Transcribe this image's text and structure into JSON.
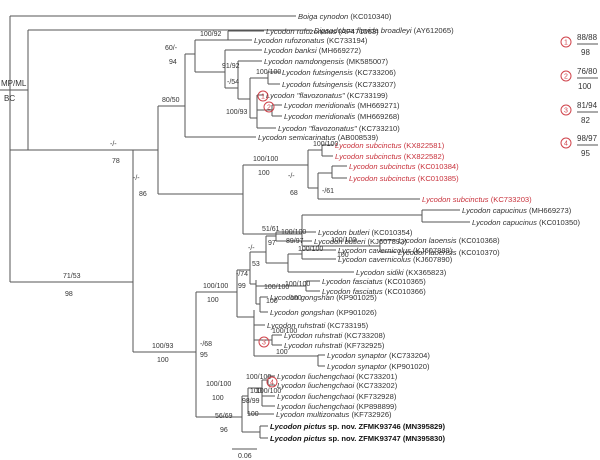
{
  "figure": {
    "method_label_top": "MP/ML",
    "method_label_bottom": "BC",
    "scale_label": "0.06"
  },
  "taxa": [
    {
      "genus": "Boiga",
      "species": "cynodon",
      "accession": "(KC010340)",
      "style": "normal"
    },
    {
      "genus": "Dipsadoboa",
      "species": "flavida broadleyi",
      "accession": "(AY612065)",
      "style": "normal"
    },
    {
      "genus": "Lycodon",
      "species": "rufozonatus",
      "accession": "(AF471063)",
      "style": "normal"
    },
    {
      "genus": "Lycodon",
      "species": "rufozonatus",
      "accession": "(KC733194)",
      "style": "normal"
    },
    {
      "genus": "Lycodon",
      "species": "banksi",
      "accession": "(MH669272)",
      "style": "normal"
    },
    {
      "genus": "Lycodon",
      "species": "namdongensis",
      "accession": "(MK585007)",
      "style": "normal"
    },
    {
      "genus": "Lycodon",
      "species": "futsingensis",
      "accession": "(KC733206)",
      "style": "normal"
    },
    {
      "genus": "Lycodon",
      "species": "futsingensis",
      "accession": "(KC733207)",
      "style": "normal"
    },
    {
      "genus": "Lycodon",
      "species": "\"flavozonatus\"",
      "accession": "(KC733199)",
      "style": "normal"
    },
    {
      "genus": "Lycodon",
      "species": "meridionalis",
      "accession": "(MH669271)",
      "style": "normal"
    },
    {
      "genus": "Lycodon",
      "species": "meridionalis",
      "accession": "(MH669268)",
      "style": "normal"
    },
    {
      "genus": "Lycodon",
      "species": "\"flavozonatus\"",
      "accession": "(KC733210)",
      "style": "normal"
    },
    {
      "genus": "Lycodon",
      "species": "semicarinatus",
      "accession": "(AB008539)",
      "style": "normal"
    },
    {
      "genus": "Lycodon",
      "species": "subcinctus",
      "accession": "(KX822581)",
      "style": "red"
    },
    {
      "genus": "Lycodon",
      "species": "subcinctus",
      "accession": "(KX822582)",
      "style": "red"
    },
    {
      "genus": "Lycodon",
      "species": "subcinctus",
      "accession": "(KC010384)",
      "style": "red"
    },
    {
      "genus": "Lycodon",
      "species": "subcinctus",
      "accession": "(KC010385)",
      "style": "red"
    },
    {
      "genus": "Lycodon",
      "species": "subcinctus",
      "accession": "(KC733203)",
      "style": "red"
    },
    {
      "genus": "Lycodon",
      "species": "capucinus",
      "accession": "(MH669273)",
      "style": "normal"
    },
    {
      "genus": "Lycodon",
      "species": "capucinus",
      "accession": "(KC010350)",
      "style": "normal"
    },
    {
      "genus": "Lycodon",
      "species": "laoensis",
      "accession": "(KC010368)",
      "style": "normal"
    },
    {
      "genus": "Lycodon",
      "species": "laoensis",
      "accession": "(KC010370)",
      "style": "normal"
    },
    {
      "genus": "Lycodon",
      "species": "butleri",
      "accession": "(KC010354)",
      "style": "normal"
    },
    {
      "genus": "Lycodon",
      "species": "butleri",
      "accession": "(KJ607892)",
      "style": "normal"
    },
    {
      "genus": "Lycodon",
      "species": "cavernicolus",
      "accession": "(KJ607889)",
      "style": "normal"
    },
    {
      "genus": "Lycodon",
      "species": "cavernicolus",
      "accession": "(KJ607890)",
      "style": "normal"
    },
    {
      "genus": "Lycodon",
      "species": "sidiki",
      "accession": "(KX365823)",
      "style": "normal"
    },
    {
      "genus": "Lycodon",
      "species": "fasciatus",
      "accession": "(KC010365)",
      "style": "normal"
    },
    {
      "genus": "Lycodon",
      "species": "fasciatus",
      "accession": "(KC010366)",
      "style": "normal"
    },
    {
      "genus": "Lycodon",
      "species": "gongshan",
      "accession": "(KP901025)",
      "style": "normal"
    },
    {
      "genus": "Lycodon",
      "species": "gongshan",
      "accession": "(KP901026)",
      "style": "normal"
    },
    {
      "genus": "Lycodon",
      "species": "ruhstrati",
      "accession": "(KC733195)",
      "style": "normal"
    },
    {
      "genus": "Lycodon",
      "species": "ruhstrati",
      "accession": "(KC733208)",
      "style": "normal"
    },
    {
      "genus": "Lycodon",
      "species": "ruhstrati",
      "accession": "(KF732925)",
      "style": "normal"
    },
    {
      "genus": "Lycodon",
      "species": "synaptor",
      "accession": "(KC733204)",
      "style": "normal"
    },
    {
      "genus": "Lycodon",
      "species": "synaptor",
      "accession": "(KP901020)",
      "style": "normal"
    },
    {
      "genus": "Lycodon",
      "species": "liuchengchaoi",
      "accession": "(KC733201)",
      "style": "normal"
    },
    {
      "genus": "Lycodon",
      "species": "liuchengchaoi",
      "accession": "(KC733202)",
      "style": "normal"
    },
    {
      "genus": "Lycodon",
      "species": "liuchengchaoi",
      "accession": "(KF732928)",
      "style": "normal"
    },
    {
      "genus": "Lycodon",
      "species": "liuchengchaoi",
      "accession": "(KP898899)",
      "style": "normal"
    },
    {
      "genus": "Lycodon",
      "species": "multizonatus",
      "accession": "(KF732926)",
      "style": "normal"
    },
    {
      "genus": "Lycodon",
      "species": "pictus",
      "accession": "sp. nov. ZFMK93746 (MN395829)",
      "style": "bold"
    },
    {
      "genus": "Lycodon",
      "species": "pictus",
      "accession": "sp. nov. ZFMK93747 (MN395830)",
      "style": "bold"
    }
  ],
  "supports": [
    {
      "top": "71/53",
      "bottom": "98"
    },
    {
      "top": "-/-",
      "bottom": "78"
    },
    {
      "top": "80/50",
      "bottom": ""
    },
    {
      "top": "60/-",
      "bottom": "94"
    },
    {
      "top": "100/92",
      "bottom": ""
    },
    {
      "top": "91/92",
      "bottom": ""
    },
    {
      "top": "-/54",
      "bottom": ""
    },
    {
      "top": "100/100",
      "bottom": ""
    },
    {
      "top": "100/93",
      "bottom": ""
    },
    {
      "top": "-/-",
      "bottom": "86"
    },
    {
      "top": "100/100",
      "bottom": "100"
    },
    {
      "top": "100/100",
      "bottom": ""
    },
    {
      "top": "-/-",
      "bottom": "68"
    },
    {
      "top": "-/61",
      "bottom": ""
    },
    {
      "top": "51/61",
      "bottom": "97"
    },
    {
      "top": "100/100",
      "bottom": "100"
    },
    {
      "top": "100/93",
      "bottom": "100"
    },
    {
      "top": "100/100",
      "bottom": "100"
    },
    {
      "top": "-/-",
      "bottom": "53"
    },
    {
      "top": "89/97",
      "bottom": ""
    },
    {
      "top": "100/100",
      "bottom": ""
    },
    {
      "top": "100/100",
      "bottom": ""
    },
    {
      "top": "-/74",
      "bottom": "99"
    },
    {
      "top": "100/100",
      "bottom": "100"
    },
    {
      "top": "100/100",
      "bottom": "100"
    },
    {
      "top": "-/68",
      "bottom": "95"
    },
    {
      "top": "100/100",
      "bottom": "100"
    },
    {
      "top": "100/100",
      "bottom": "100"
    },
    {
      "top": "56/69",
      "bottom": "96"
    },
    {
      "top": "98/99",
      "bottom": "100"
    },
    {
      "top": "100/100",
      "bottom": ""
    },
    {
      "top": "100/100",
      "bottom": "100"
    }
  ],
  "legend": [
    {
      "badge": "1",
      "top": "88/88",
      "bottom": "98"
    },
    {
      "badge": "2",
      "top": "76/80",
      "bottom": "100"
    },
    {
      "badge": "3",
      "top": "81/94",
      "bottom": "82"
    },
    {
      "badge": "4",
      "top": "98/97",
      "bottom": "95"
    }
  ],
  "inline_badges": [
    "1",
    "2",
    "3",
    "4"
  ],
  "colors": {
    "highlight_red": "#c8323c",
    "badge_red": "#d0444c",
    "branch": "#555555"
  }
}
